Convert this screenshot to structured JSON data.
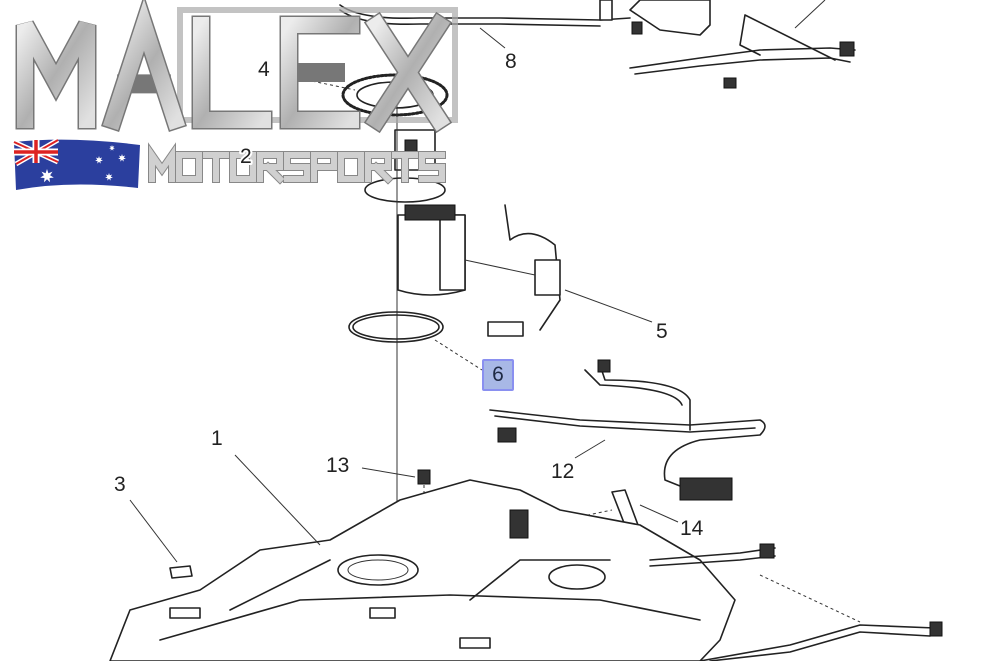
{
  "logo": {
    "brand": "MALEX",
    "subtitle": "MOTORSPORTS"
  },
  "callouts": {
    "c1": "1",
    "c2": "2",
    "c3": "3",
    "c4": "4",
    "c5": "5",
    "c6": "6",
    "c8": "8",
    "c12": "12",
    "c13": "13",
    "c14": "14"
  },
  "highlight_color": "#a8b8e6"
}
